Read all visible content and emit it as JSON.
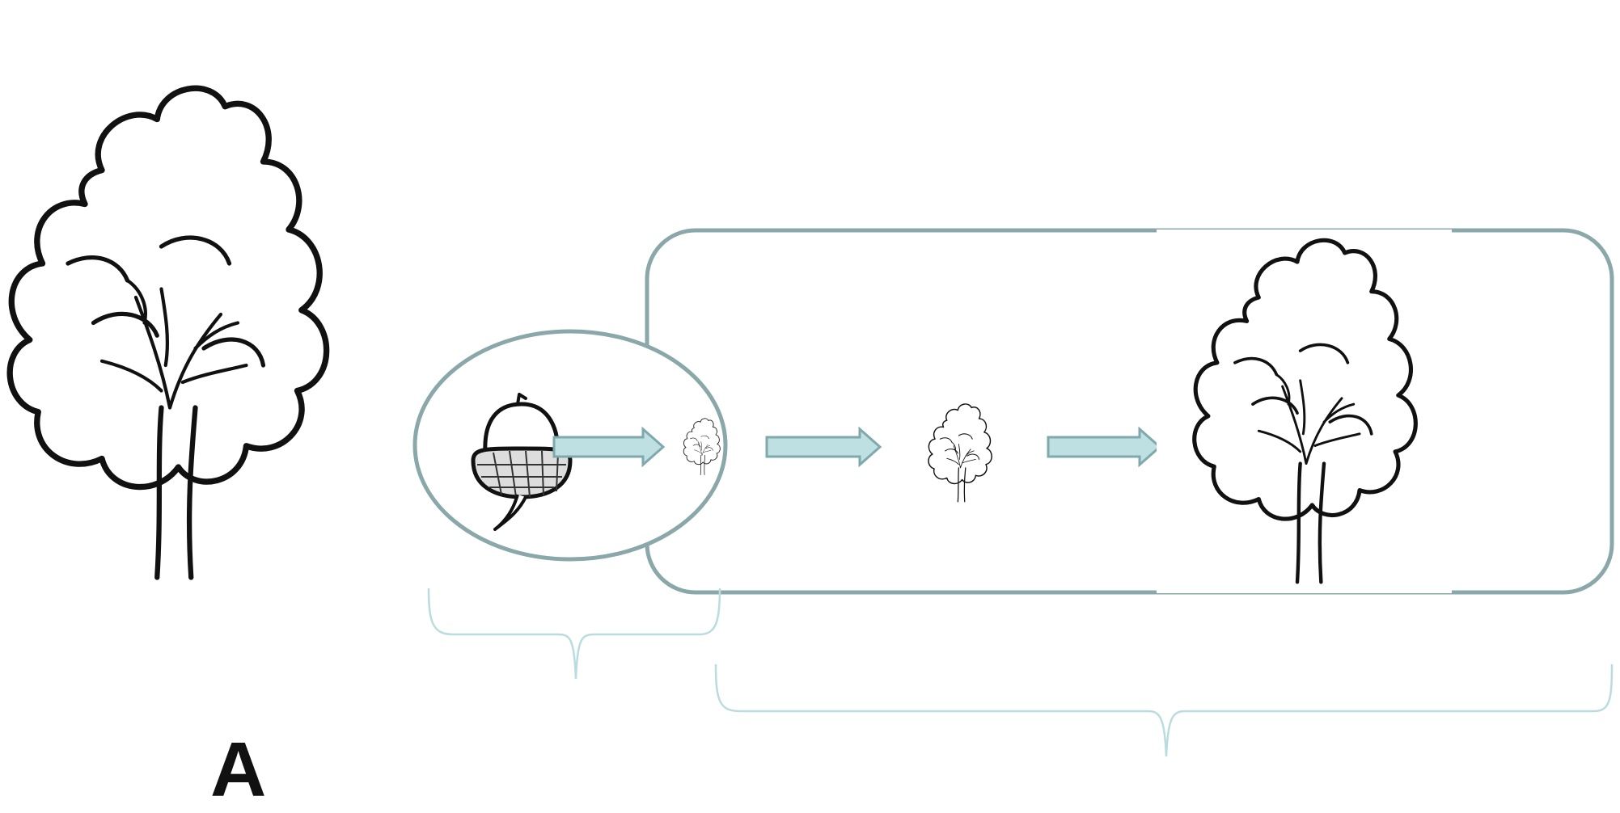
{
  "diagram": {
    "stages": [
      {
        "name": "large-oak-tree",
        "icon": "oak-tree-icon"
      },
      {
        "name": "acorn",
        "icon": "acorn-icon"
      },
      {
        "name": "seedling",
        "icon": "seedling-tree-icon"
      },
      {
        "name": "young-tree",
        "icon": "young-tree-icon"
      },
      {
        "name": "mature-tree",
        "icon": "mature-tree-icon"
      }
    ],
    "colors": {
      "frame": "#8aa7aa",
      "arrow_fill": "#bfe0e3",
      "arrow_stroke": "#7fa9ad",
      "brace": "#b9dcde",
      "line_art": "#111111"
    },
    "caption": "A"
  }
}
